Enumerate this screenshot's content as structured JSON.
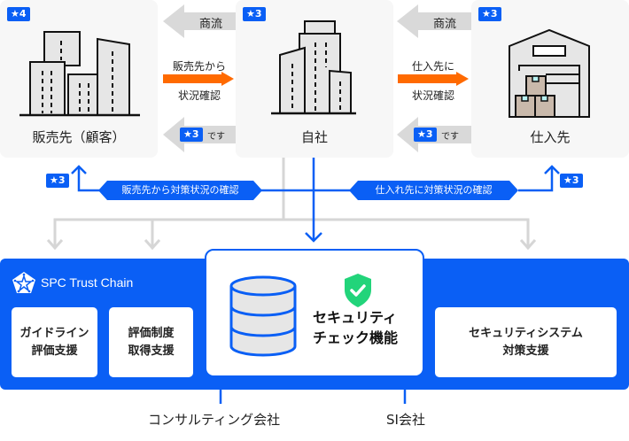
{
  "entities": {
    "customer": {
      "label": "販売先（顧客）",
      "badge": "★4"
    },
    "self": {
      "label": "自社",
      "badge": "★3"
    },
    "supplier": {
      "label": "仕入先",
      "badge": "★3"
    }
  },
  "flows": {
    "left": {
      "commerce": "商流",
      "check_line1": "販売先から",
      "check_line2": "状況確認",
      "badge": "★3",
      "badge_suffix": "です"
    },
    "right": {
      "commerce": "商流",
      "check_line1": "仕入先に",
      "check_line2": "状況確認",
      "badge": "★3",
      "badge_suffix": "です"
    }
  },
  "confirm_pills": {
    "left": {
      "label": "販売先から対策状況の確認",
      "badge": "★3"
    },
    "right": {
      "label": "仕入れ先に対策状況の確認",
      "badge": "★3"
    }
  },
  "platform": {
    "brand": "SPC Trust Chain",
    "services": [
      {
        "line1": "ガイドライン",
        "line2": "評価支援"
      },
      {
        "line1": "評価制度",
        "line2": "取得支援"
      },
      {
        "line1": "セキュリティシステム",
        "line2": "対策支援"
      }
    ],
    "core": {
      "line1": "セキュリティ",
      "line2": "チェック機能"
    }
  },
  "partners": [
    {
      "label": "コンサルティング会社"
    },
    {
      "label": "SI会社"
    }
  ],
  "colors": {
    "brand_blue": "#0a5ff5",
    "arrow_orange": "#ff6a00",
    "arrow_gray": "#d9d9d9",
    "check_green": "#22d47a"
  }
}
